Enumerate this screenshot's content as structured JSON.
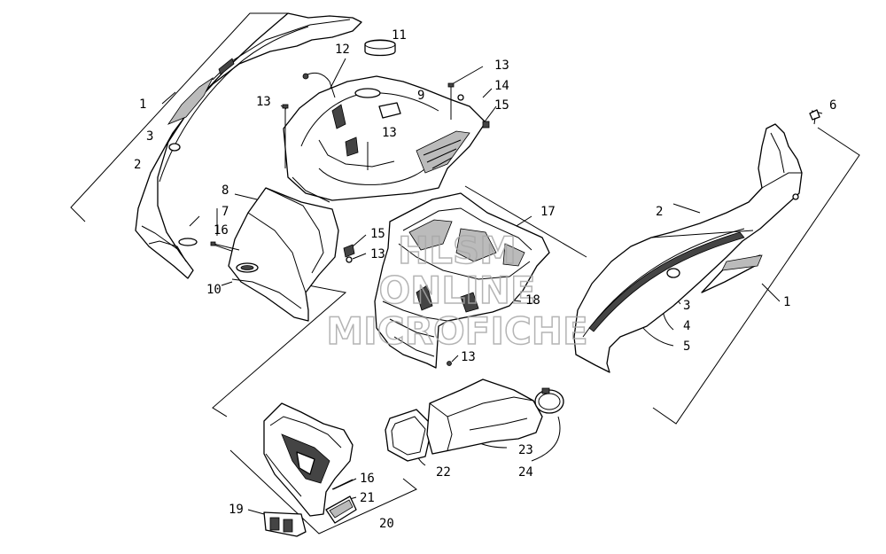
{
  "diagram": {
    "watermark_lines": [
      "HLSM",
      "ONLINE",
      "MICROFICHE"
    ],
    "callouts": [
      {
        "text": "1",
        "ref": "left-shroud-upper"
      },
      {
        "text": "3",
        "ref": "left-shroud-decal"
      },
      {
        "text": "2",
        "ref": "left-shroud-side"
      },
      {
        "text": "12",
        "ref": "hood-harness"
      },
      {
        "text": "11",
        "ref": "hood-grommet"
      },
      {
        "text": "13",
        "ref": "hood-screw-left"
      },
      {
        "text": "9",
        "ref": "hood-bracket"
      },
      {
        "text": "13",
        "ref": "hood-screw-center"
      },
      {
        "text": "13",
        "ref": "hood-screw-right"
      },
      {
        "text": "14",
        "ref": "hood-washer"
      },
      {
        "text": "15",
        "ref": "hood-nut-right"
      },
      {
        "text": "6",
        "ref": "right-shroud-fastener"
      },
      {
        "text": "8",
        "ref": "nose-pan"
      },
      {
        "text": "7",
        "ref": "left-shroud-grommet"
      },
      {
        "text": "16",
        "ref": "nose-screw"
      },
      {
        "text": "10",
        "ref": "nose-vent"
      },
      {
        "text": "15",
        "ref": "nose-nut"
      },
      {
        "text": "13",
        "ref": "nose-screw-right"
      },
      {
        "text": "17",
        "ref": "intake-silencer"
      },
      {
        "text": "18",
        "ref": "silencer-lid"
      },
      {
        "text": "13",
        "ref": "silencer-screw"
      },
      {
        "text": "2",
        "ref": "right-shroud-side"
      },
      {
        "text": "1",
        "ref": "right-shroud"
      },
      {
        "text": "3",
        "ref": "right-shroud-decal"
      },
      {
        "text": "4",
        "ref": "right-shroud-trim"
      },
      {
        "text": "5",
        "ref": "right-shroud-lower"
      },
      {
        "text": "22",
        "ref": "intake-seal"
      },
      {
        "text": "23",
        "ref": "intake-duct"
      },
      {
        "text": "24",
        "ref": "duct-clamp"
      },
      {
        "text": "16",
        "ref": "headlight-screw"
      },
      {
        "text": "21",
        "ref": "headlight-lens"
      },
      {
        "text": "19",
        "ref": "headlight-bulb"
      },
      {
        "text": "20",
        "ref": "headlight-assembly"
      }
    ]
  }
}
